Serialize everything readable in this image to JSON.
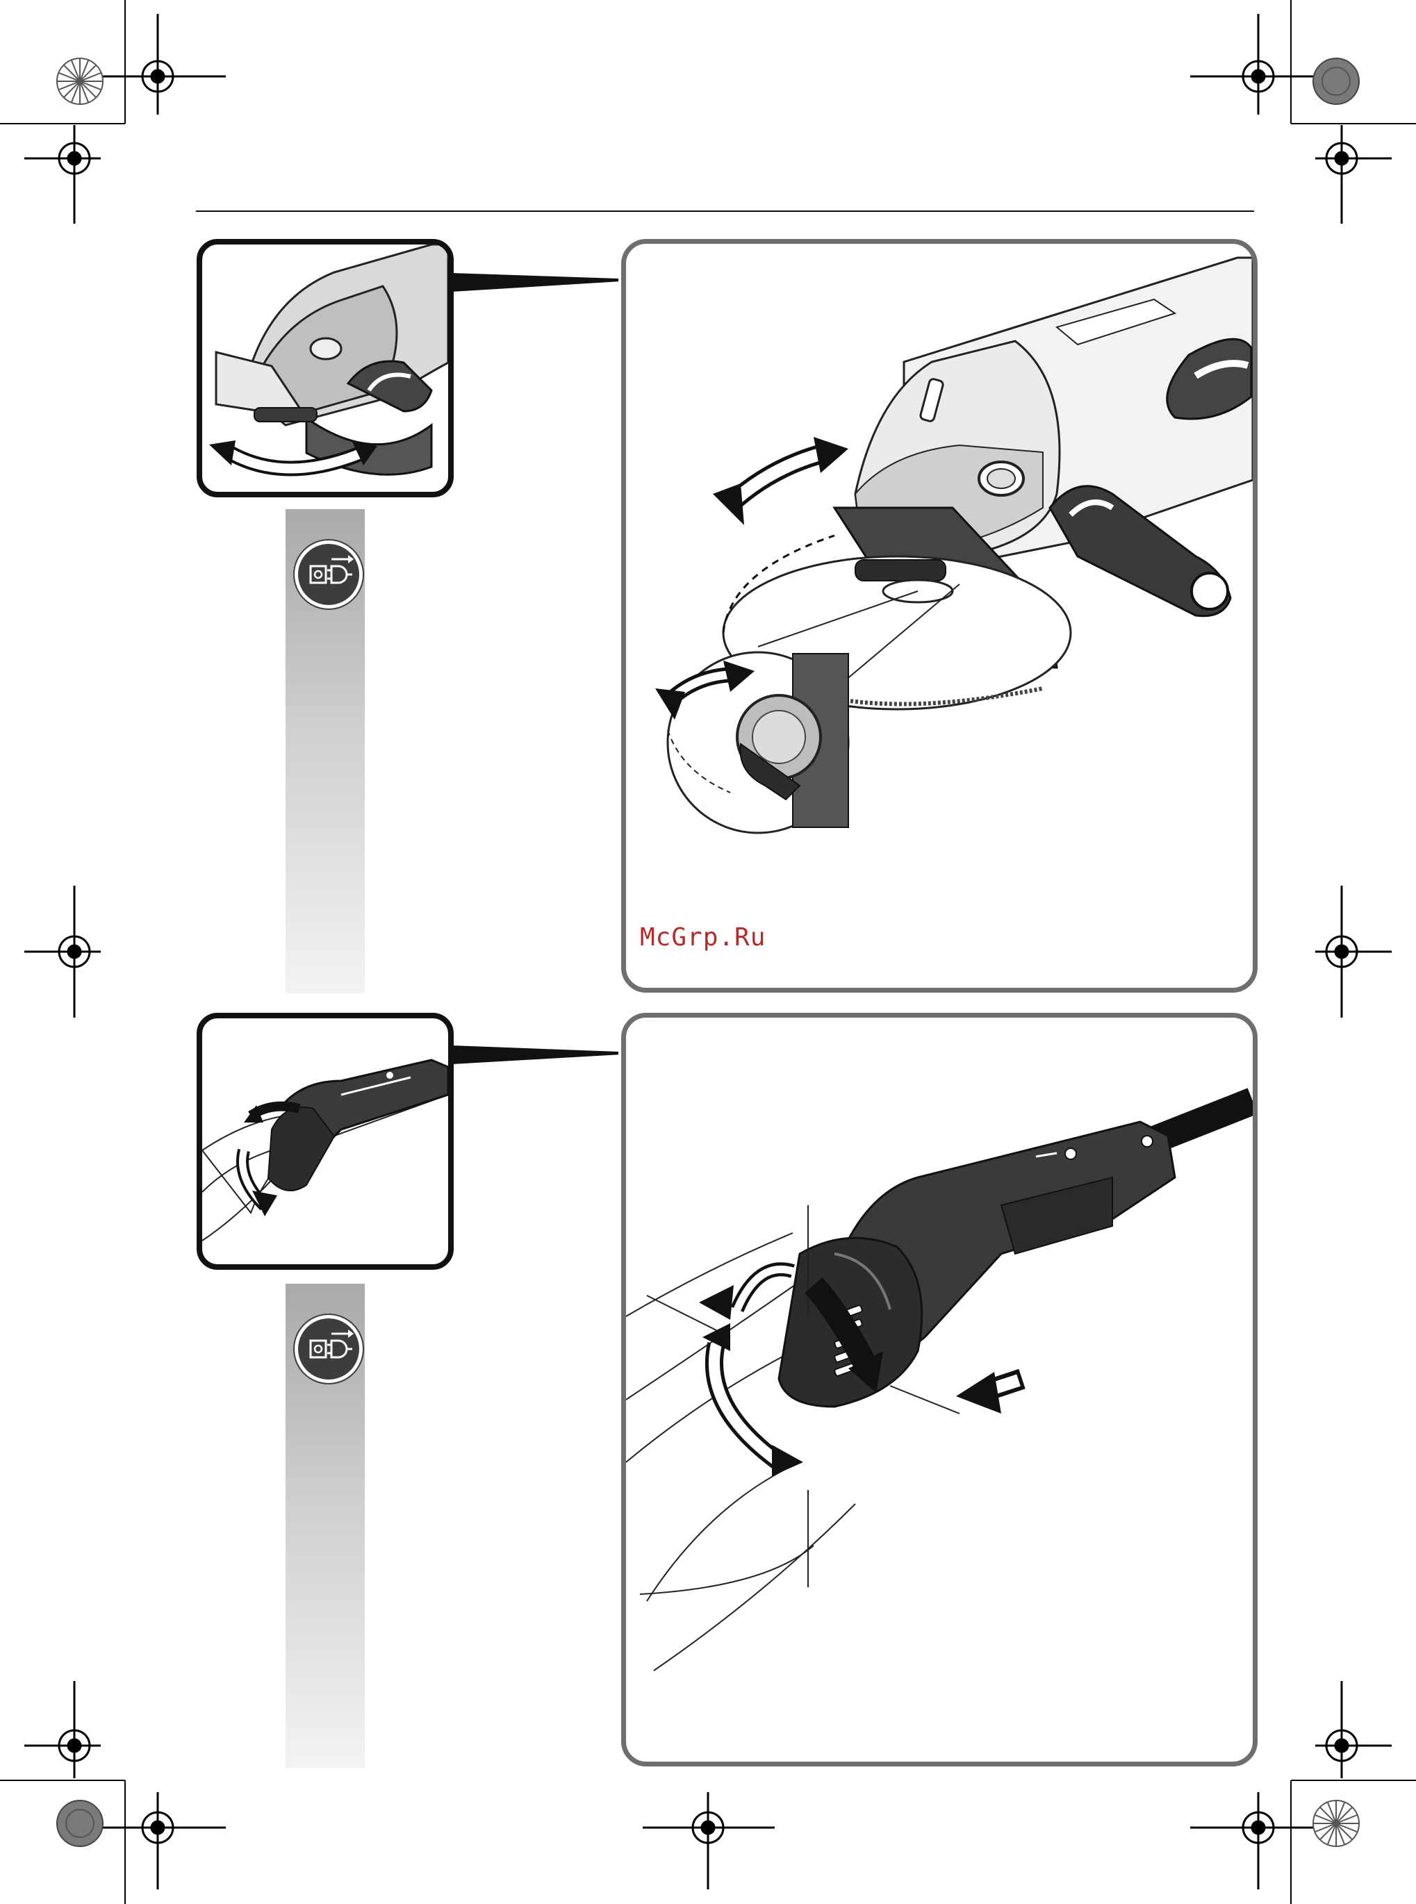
{
  "watermark": {
    "text": "McGrp.Ru",
    "color": "#b52a2a"
  },
  "icons": {
    "registration_mark": "crosshair-circle",
    "color_target": "radial-star-target",
    "unplug_instruction": "unplug-plug-icon"
  },
  "colors": {
    "panel_border": "#6e6e6e",
    "thumb_border": "#111111",
    "strip_top": "#a9a9a9",
    "strip_bottom": "#f3f3f3",
    "tool_dark": "#3a3a3a"
  }
}
